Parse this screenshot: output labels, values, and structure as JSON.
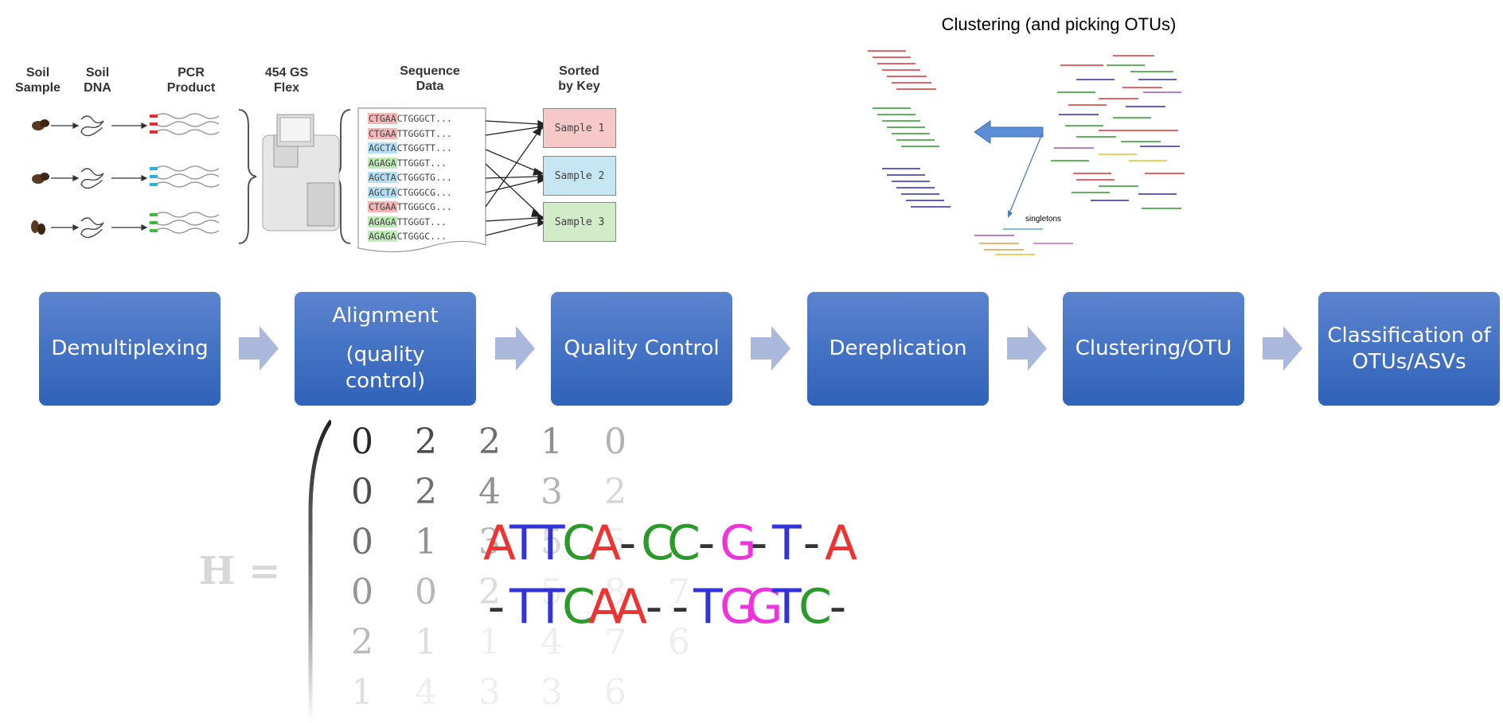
{
  "demux_figure": {
    "columns": [
      {
        "label": "Soil\nSample"
      },
      {
        "label": "Soil\nDNA"
      },
      {
        "label": "PCR\nProduct"
      },
      {
        "label": "454 GS\nFlex"
      },
      {
        "label": "Sequence\nData"
      },
      {
        "label": "Sorted\nby Key"
      }
    ],
    "sequences": [
      {
        "key": "CTGAA",
        "rest": "CTGGGCT...",
        "key_color": "#f4b6b6"
      },
      {
        "key": "CTGAA",
        "rest": "TTGGGTT...",
        "key_color": "#f4b6b6"
      },
      {
        "key": "AGCTA",
        "rest": "CTGGGTT...",
        "key_color": "#b6dff4"
      },
      {
        "key": "AGAGA",
        "rest": "TTGGGT...",
        "key_color": "#c0e8b8"
      },
      {
        "key": "AGCTA",
        "rest": "CTGGGTG...",
        "key_color": "#b6dff4"
      },
      {
        "key": "AGCTA",
        "rest": "CTGGGCG...",
        "key_color": "#b6dff4"
      },
      {
        "key": "CTGAA",
        "rest": "TTGGGCG...",
        "key_color": "#f4b6b6"
      },
      {
        "key": "AGAGA",
        "rest": "TTGGGT...",
        "key_color": "#c0e8b8"
      },
      {
        "key": "AGAGA",
        "rest": "CTGGGC...",
        "key_color": "#c0e8b8"
      }
    ],
    "samples": [
      {
        "label": "Sample 1",
        "color": "#f6c8c8"
      },
      {
        "label": "Sample 2",
        "color": "#c6e6f4"
      },
      {
        "label": "Sample 3",
        "color": "#d2ecc8"
      }
    ]
  },
  "clustering_figure": {
    "title": "Clustering (and picking OTUs)",
    "singletons_label": "singletons"
  },
  "pipeline": {
    "steps": [
      {
        "lines": [
          "Demultiplexing"
        ]
      },
      {
        "lines": [
          "Alignment",
          "(quality",
          "control)"
        ]
      },
      {
        "lines": [
          "Quality Control"
        ]
      },
      {
        "lines": [
          "Dereplication"
        ]
      },
      {
        "lines": [
          "Clustering/OTU"
        ]
      },
      {
        "lines": [
          "Classification of",
          "OTUs/ASVs"
        ]
      }
    ],
    "box_color": "#3f6fc4",
    "arrow_color": "#aab8dc"
  },
  "matrix_figure": {
    "lhs": "H =",
    "rows": [
      [
        "0",
        "2",
        "2",
        "1",
        "0"
      ],
      [
        "0",
        "2",
        "4",
        "3",
        "2"
      ],
      [
        "0",
        "1",
        "3",
        "5",
        "5"
      ],
      [
        "0",
        "0",
        "2",
        "5",
        "8",
        "7"
      ],
      [
        "2",
        "1",
        "1",
        "4",
        "7",
        "6"
      ],
      [
        "1",
        "4",
        "3",
        "3",
        "6"
      ]
    ]
  },
  "alignment": {
    "row1": "ATTCA-CC-G-T-A",
    "row2": "-TTCAA--TGGTC-",
    "colors": {
      "A": "#ee3333",
      "T": "#3333dd",
      "C": "#2a9a2a",
      "G": "#ee33dd",
      "-": "#333333"
    }
  }
}
